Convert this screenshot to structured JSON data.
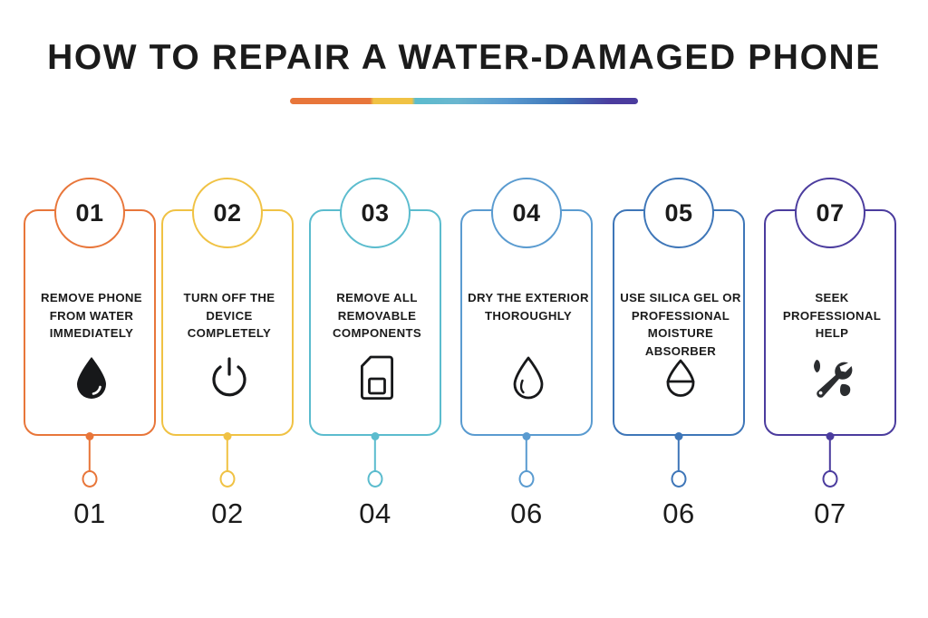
{
  "header": {
    "title": "HOW TO REPAIR A WATER-DAMAGED PHONE",
    "divider_colors": [
      "#e8763a",
      "#f0c244",
      "#5bbcce",
      "#5a9bd0",
      "#3e76b8",
      "#4b3c9e"
    ]
  },
  "steps": [
    {
      "number": "01",
      "text": "REMOVE PHONE FROM WATER IMMEDIATELY",
      "icon": "water-drop-filled-icon",
      "color": "#e8763a",
      "bottom_label": "01"
    },
    {
      "number": "02",
      "text": "TURN OFF THE DEVICE COMPLETELY",
      "icon": "power-button-icon",
      "color": "#f0c244",
      "bottom_label": "02"
    },
    {
      "number": "03",
      "text": "REMOVE ALL REMOVABLE COMPONENTS",
      "icon": "sim-card-icon",
      "color": "#5bbcce",
      "bottom_label": "04"
    },
    {
      "number": "04",
      "text": "DRY THE EXTERIOR THOROUGHLY",
      "icon": "water-drop-outline-icon",
      "color": "#5a9bd0",
      "bottom_label": "06"
    },
    {
      "number": "05",
      "text": "USE SILICA GEL OR PROFESSIONAL MOISTURE ABSORBER",
      "icon": "moisture-absorber-icon",
      "color": "#3e76b8",
      "bottom_label": "06"
    },
    {
      "number": "07",
      "text": "SEEK PROFESSIONAL HELP",
      "icon": "wrench-tools-icon",
      "color": "#4b3c9e",
      "bottom_label": "07"
    }
  ]
}
